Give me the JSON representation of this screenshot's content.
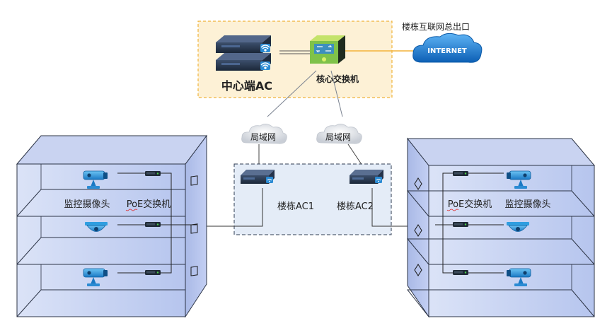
{
  "core": {
    "ac_label": "中心端AC",
    "switch_label": "核心交换机",
    "internet_label": "楼栋互联网总出口",
    "internet_text": "INTERNET"
  },
  "lan": {
    "left_cloud": "局域网",
    "right_cloud": "局域网"
  },
  "building_ac": {
    "ac1": "楼栋AC1",
    "ac2": "楼栋AC2"
  },
  "left_building": {
    "camera_label": "监控摄像头",
    "poe_label": "PoE交换机"
  },
  "right_building": {
    "poe_label": "PoE交换机",
    "camera_label": "监控摄像头"
  },
  "colors": {
    "core_zone_fill": "#fdf1d6",
    "core_zone_border": "#f0b43c",
    "ac_zone_fill": "#e4ecf7",
    "ac_zone_border": "#2e3b52",
    "building_front": "#c8d4f0",
    "building_side": "#b3c2ea",
    "internet_cloud": "#1e7fd8",
    "camera": "#2d9de0",
    "internet_link": "#f3b23a"
  },
  "icons": [
    "wifi-icon",
    "camera-icon",
    "dome-camera-icon",
    "switch-icon",
    "cloud-icon",
    "diamond-icon"
  ]
}
